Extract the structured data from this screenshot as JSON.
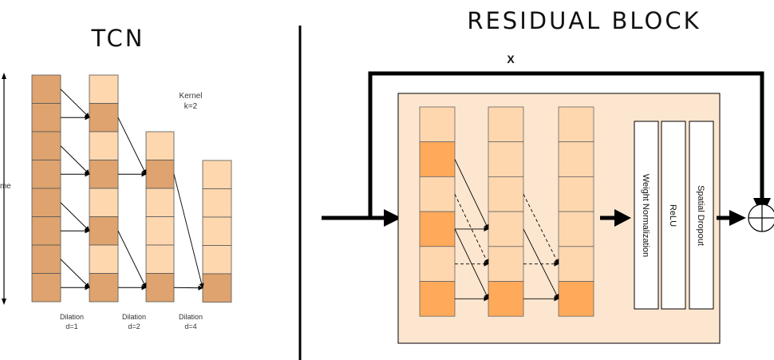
{
  "tcn": {
    "title": "TCN",
    "time_label": "Time",
    "kernel_label": "Kernel",
    "kernel_value": "k=2",
    "dilations": [
      {
        "label": "Dilation",
        "value": "d=1"
      },
      {
        "label": "Dilation",
        "value": "d=2"
      },
      {
        "label": "Dilation",
        "value": "d=4"
      }
    ]
  },
  "residual": {
    "title": "RESIDUAL BLOCK",
    "skip_label": "X",
    "boxes": [
      "Weight Normalization",
      "ReLU",
      "Spatial Dropout"
    ],
    "sum_symbol": "⊕"
  },
  "colors": {
    "dark_cell": "#dea36f",
    "mid_cell": "#ffa95a",
    "light_cell": "#fed7af",
    "residual_bg": "#fde6cf",
    "line": "#000000"
  }
}
